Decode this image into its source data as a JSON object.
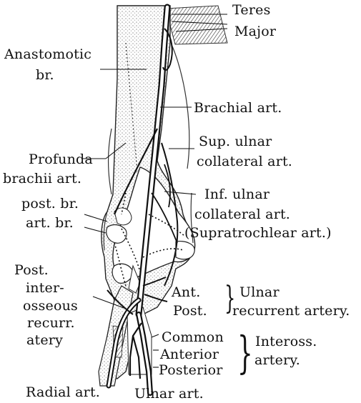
{
  "labels": {
    "teres": [
      "Teres",
      "Major"
    ],
    "anastomotic": [
      "Anastomotic",
      "br."
    ],
    "brachial": "Brachial art.",
    "sup_ulnar": [
      "Sup. ulnar",
      "collateral art."
    ],
    "profunda": [
      "Profunda",
      "brachii art."
    ],
    "inf_ulnar": [
      "Inf. ulnar",
      "collateral art.",
      "(Supratrochlear art.)"
    ],
    "post_art": [
      "post. br.",
      "art. br."
    ],
    "post_interosseous": [
      "Post.",
      "inter-",
      "osseous",
      "recurr.",
      "atery"
    ],
    "ulnar_recurrent": {
      "branches": [
        "Ant.",
        "Post."
      ],
      "name": [
        "Ulnar",
        "recurrent artery."
      ]
    },
    "inteross": {
      "branches": [
        "Common",
        "Anterior",
        "Posterior"
      ],
      "name": [
        "Inteross.",
        "artery."
      ]
    },
    "radial": "Radial art.",
    "ulnar": "Ulnar art."
  },
  "colors": {
    "ink": "#111111",
    "stipple": "#bdbdbd",
    "artery_fill": "#ffffff"
  }
}
